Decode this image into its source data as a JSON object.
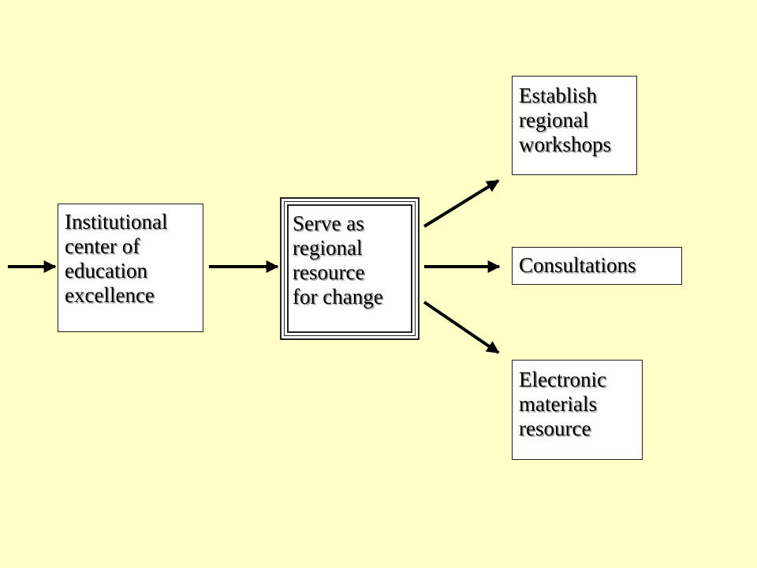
{
  "diagram": {
    "nodes": {
      "institutional": {
        "lines": [
          "Institutional",
          "center of",
          "education",
          "excellence"
        ]
      },
      "serve": {
        "lines": [
          "Serve as",
          "regional",
          "resource",
          "for change"
        ]
      },
      "workshops": {
        "lines": [
          "Establish",
          "regional",
          "workshops"
        ]
      },
      "consultations": {
        "lines": [
          "Consultations"
        ]
      },
      "electronic": {
        "lines": [
          "Electronic",
          "materials",
          "resource"
        ]
      }
    },
    "edges": [
      {
        "from": "external",
        "to": "institutional"
      },
      {
        "from": "institutional",
        "to": "serve"
      },
      {
        "from": "serve",
        "to": "workshops"
      },
      {
        "from": "serve",
        "to": "consultations"
      },
      {
        "from": "serve",
        "to": "electronic"
      }
    ],
    "colors": {
      "background": "#ffffc8",
      "box": "#ffffff",
      "line": "#000000"
    }
  }
}
